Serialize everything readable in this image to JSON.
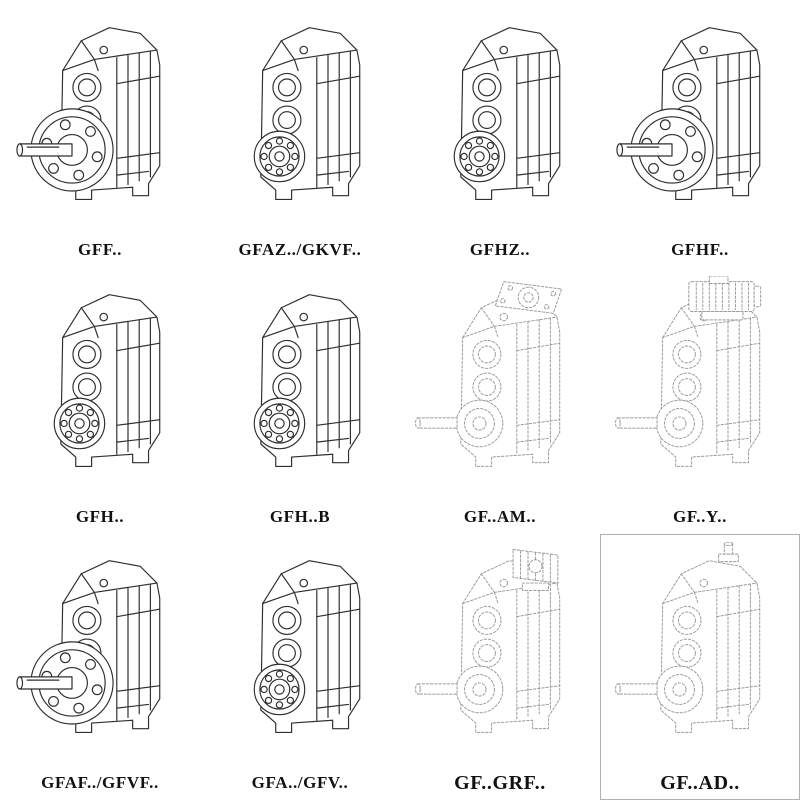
{
  "page": {
    "background": "#ffffff",
    "line_color": "#2e2e2e",
    "ghost_line_color": "#9a9aa0"
  },
  "cells": [
    {
      "label": "GFF..",
      "drawing": "flange-output-gearbox"
    },
    {
      "label": "GFAZ../GKVF..",
      "drawing": "hollow-shaft-gearbox"
    },
    {
      "label": "GFHZ..",
      "drawing": "hollow-shaft-gearbox"
    },
    {
      "label": "GFHF..",
      "drawing": "flange-output-gearbox"
    },
    {
      "label": "GFH..",
      "drawing": "shaft-mounted-gearbox"
    },
    {
      "label": "GFH..B",
      "drawing": "shaft-mounted-gearbox-b"
    },
    {
      "label": "GF..AM..",
      "drawing": "iec-adapter-gearbox-ghost"
    },
    {
      "label": "GF..Y..",
      "drawing": "motor-mounted-gearbox-ghost"
    },
    {
      "label": "GFAF../GFVF..",
      "drawing": "flange-output-gearbox"
    },
    {
      "label": "GFA../GFV..",
      "drawing": "foot-mounted-gearbox"
    },
    {
      "label": "GF..GRF..",
      "drawing": "input-adapter-gearbox-ghost"
    },
    {
      "label": "GF..AD..",
      "drawing": "input-shaft-gearbox-ghost"
    }
  ]
}
